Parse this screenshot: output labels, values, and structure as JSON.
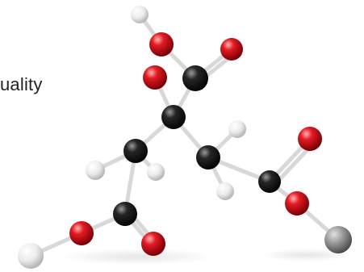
{
  "caption": {
    "text": "uality"
  },
  "molecule": {
    "element_colors": {
      "O": "#e01020",
      "C": "#1a1a1a",
      "H": "#f2f2f2",
      "X": "#9a9a9a"
    },
    "atoms": [
      {
        "id": "h_top",
        "element": "H"
      },
      {
        "id": "o_top_left",
        "element": "O"
      },
      {
        "id": "o_top_right",
        "element": "O"
      },
      {
        "id": "c_carboxyl_top",
        "element": "C"
      },
      {
        "id": "o_hydroxyl",
        "element": "O"
      },
      {
        "id": "c_central",
        "element": "C"
      },
      {
        "id": "c_left",
        "element": "C"
      },
      {
        "id": "h_left_a",
        "element": "H"
      },
      {
        "id": "h_left_b",
        "element": "H"
      },
      {
        "id": "c_right",
        "element": "C"
      },
      {
        "id": "h_right_a",
        "element": "H"
      },
      {
        "id": "h_right_b",
        "element": "H"
      },
      {
        "id": "c_carboxyl_right",
        "element": "C"
      },
      {
        "id": "o_right_upper",
        "element": "O"
      },
      {
        "id": "o_right_lower",
        "element": "O"
      },
      {
        "id": "x_right_end",
        "element": "X"
      },
      {
        "id": "c_carboxyl_bottom",
        "element": "C"
      },
      {
        "id": "o_bottom_left",
        "element": "O"
      },
      {
        "id": "o_bottom_right",
        "element": "O"
      },
      {
        "id": "h_bottom_end",
        "element": "H"
      }
    ]
  }
}
